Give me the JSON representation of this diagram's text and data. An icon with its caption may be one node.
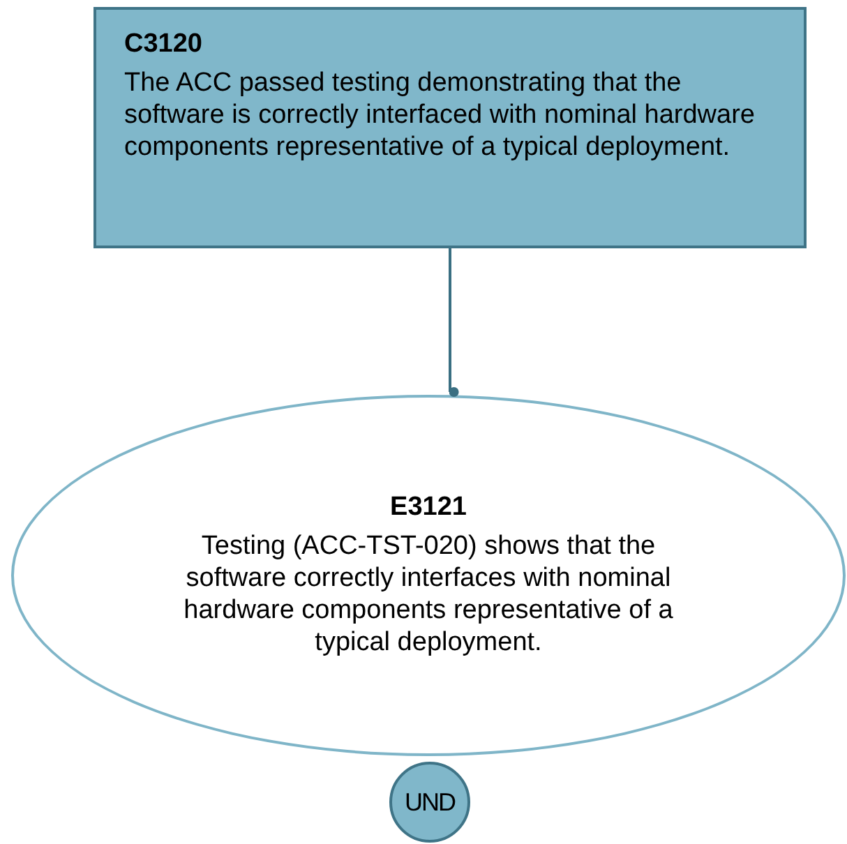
{
  "diagram": {
    "nodes": [
      {
        "text": [
          "C3120",
          "The ACC passed testing demonstrating that the software is correctly interfaced with nominal hardware components representative of a typical deployment."
        ]
      },
      {
        "text": [
          "E3121",
          "Testing (ACC-TST-020) shows that the software correctly interfaces with nominal hardware components representative of a typical deployment."
        ]
      },
      {
        "text": [
          "UND"
        ]
      }
    ],
    "edges": [
      {
        "from": 0,
        "to": 1,
        "arrow": "other"
      }
    ]
  }
}
